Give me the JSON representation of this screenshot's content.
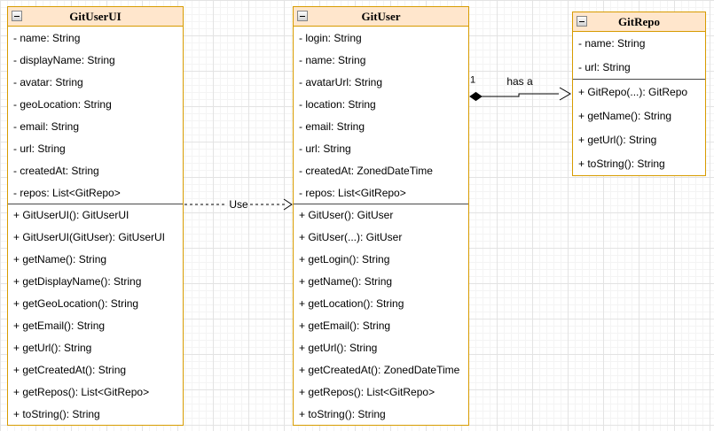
{
  "diagram": {
    "type": "uml-class-diagram",
    "palette": {
      "header_fill": "#ffe6cc",
      "box_border": "#d79b00",
      "separator": "#4a4a4a",
      "edge_color": "#000000",
      "grid_minor": "#f4f4f4",
      "grid_major": "#e3e3e3",
      "text": "#000000"
    },
    "icons": {
      "collapse": "minus-square"
    }
  },
  "classes": [
    {
      "name": "GitUserUI",
      "attributes": [
        "- name: String",
        "- displayName: String",
        "- avatar: String",
        "- geoLocation: String",
        "- email: String",
        "- url: String",
        "- createdAt: String",
        "- repos: List<GitRepo>"
      ],
      "methods": [
        "+ GitUserUI(): GitUserUI",
        "+ GitUserUI(GitUser): GitUserUI",
        "+ getName(): String",
        "+ getDisplayName(): String",
        "+ getGeoLocation(): String",
        "+ getEmail(): String",
        "+ getUrl(): String",
        "+ getCreatedAt(): String",
        "+ getRepos(): List<GitRepo>",
        "+ toString(): String"
      ]
    },
    {
      "name": "GitUser",
      "attributes": [
        "- login: String",
        "- name: String",
        "- avatarUrl: String",
        "- location: String",
        "- email: String",
        "- url: String",
        "- createdAt: ZonedDateTime",
        "- repos: List<GitRepo>"
      ],
      "methods": [
        "+ GitUser(): GitUser",
        "+ GitUser(...): GitUser",
        "+ getLogin(): String",
        "+ getName(): String",
        "+ getLocation(): String",
        "+ getEmail(): String",
        "+ getUrl(): String",
        "+ getCreatedAt(): ZonedDateTime",
        "+ getRepos(): List<GitRepo>",
        "+ toString(): String"
      ]
    },
    {
      "name": "GitRepo",
      "attributes": [
        "- name: String",
        "- url: String"
      ],
      "methods": [
        "+ GitRepo(...): GitRepo",
        "+ getName(): String",
        "+ getUrl(): String",
        "+ toString(): String"
      ]
    }
  ],
  "connectors": [
    {
      "type": "dependency",
      "label": "Use",
      "from": "GitUserUI",
      "to": "GitUser",
      "style": "dashed, open arrowhead"
    },
    {
      "type": "composition",
      "label": "has a",
      "multiplicity": "1",
      "from": "GitUser",
      "to": "GitRepo",
      "style": "solid, filled diamond at source, open arrowhead at target"
    }
  ]
}
